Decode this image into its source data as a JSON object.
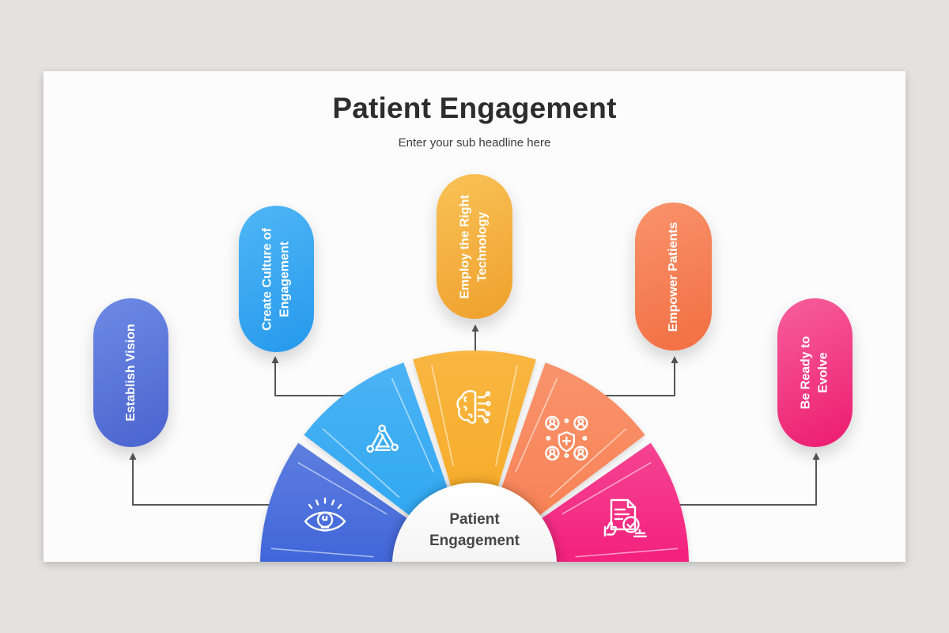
{
  "slide": {
    "title": "Patient Engagement",
    "subtitle": "Enter your sub headline here"
  },
  "center": {
    "label": "Patient\nEngagement"
  },
  "items": [
    {
      "id": "establish-vision",
      "label": "Establish Vision",
      "icon": "vision-icon",
      "pill_colors": [
        "#6e8ae4",
        "#4a63cf"
      ],
      "segment_color": "#3f65d9"
    },
    {
      "id": "create-culture-of-engagement",
      "label": "Create Culture of\nEngagement",
      "icon": "teamwork-hands-icon",
      "pill_colors": [
        "#4fb6f6",
        "#2699ec"
      ],
      "segment_color": "#29a5f2"
    },
    {
      "id": "employ-the-right-technology",
      "label": "Employ the Right\nTechnology",
      "icon": "brain-circuit-icon",
      "pill_colors": [
        "#f9c258",
        "#efa02b"
      ],
      "segment_color": "#f7a81e"
    },
    {
      "id": "empower-patients",
      "label": "Empower Patients",
      "icon": "patients-shield-icon",
      "pill_colors": [
        "#f9936b",
        "#f26e42"
      ],
      "segment_color": "#f87e50"
    },
    {
      "id": "be-ready-to-evolve",
      "label": "Be Ready to\nEvolve",
      "icon": "approval-document-icon",
      "pill_colors": [
        "#f75f9b",
        "#ec1b70"
      ],
      "segment_color": "#f3207d"
    }
  ],
  "colors": {
    "connector": "#575757",
    "background": "#e3e2e1",
    "slide_background": "#fcfcfc",
    "title_text": "#2d2d2d",
    "center_text": "#464646"
  }
}
